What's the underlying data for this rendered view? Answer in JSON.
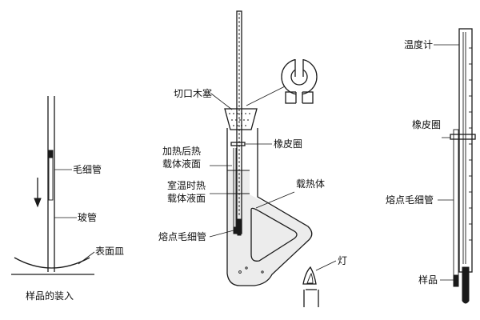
{
  "panel_loading": {
    "labels": {
      "capillary": "毛细管",
      "glass_tube": "玻管",
      "watch_glass": "表面皿"
    },
    "caption": "样品的装入"
  },
  "panel_thiele": {
    "labels": {
      "cork": "切口木塞",
      "rubber_band": "橡皮圈",
      "heated_level_line1": "加热后热",
      "heated_level_line2": "载体液面",
      "room_level_line1": "室温时热",
      "room_level_line2": "载体液面",
      "heat_carrier": "载热体",
      "mp_capillary": "熔点毛细管",
      "lamp": "灯"
    }
  },
  "panel_thermometer": {
    "labels": {
      "thermometer": "温度计",
      "rubber_band": "橡皮圈",
      "mp_capillary": "熔点毛细管",
      "sample": "样品"
    }
  }
}
